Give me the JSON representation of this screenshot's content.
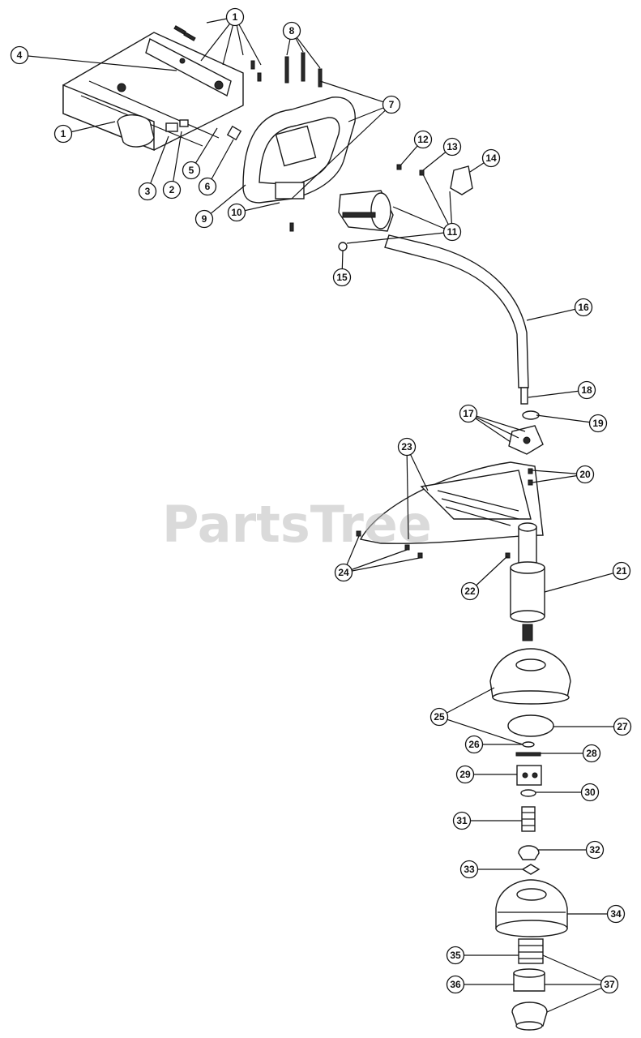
{
  "watermark": "PartsTree",
  "callouts": [
    {
      "id": "c1a",
      "label": "1"
    },
    {
      "id": "c1b",
      "label": "1"
    },
    {
      "id": "c2",
      "label": "2"
    },
    {
      "id": "c3",
      "label": "3"
    },
    {
      "id": "c4",
      "label": "4"
    },
    {
      "id": "c5",
      "label": "5"
    },
    {
      "id": "c6",
      "label": "6"
    },
    {
      "id": "c7",
      "label": "7"
    },
    {
      "id": "c8",
      "label": "8"
    },
    {
      "id": "c9",
      "label": "9"
    },
    {
      "id": "c10",
      "label": "10"
    },
    {
      "id": "c11",
      "label": "11"
    },
    {
      "id": "c12",
      "label": "12"
    },
    {
      "id": "c13",
      "label": "13"
    },
    {
      "id": "c14",
      "label": "14"
    },
    {
      "id": "c15",
      "label": "15"
    },
    {
      "id": "c16",
      "label": "16"
    },
    {
      "id": "c17",
      "label": "17"
    },
    {
      "id": "c18",
      "label": "18"
    },
    {
      "id": "c19",
      "label": "19"
    },
    {
      "id": "c20",
      "label": "20"
    },
    {
      "id": "c21",
      "label": "21"
    },
    {
      "id": "c22",
      "label": "22"
    },
    {
      "id": "c23",
      "label": "23"
    },
    {
      "id": "c24",
      "label": "24"
    },
    {
      "id": "c25",
      "label": "25"
    },
    {
      "id": "c26",
      "label": "26"
    },
    {
      "id": "c27",
      "label": "27"
    },
    {
      "id": "c28",
      "label": "28"
    },
    {
      "id": "c29",
      "label": "29"
    },
    {
      "id": "c30",
      "label": "30"
    },
    {
      "id": "c31",
      "label": "31"
    },
    {
      "id": "c32",
      "label": "32"
    },
    {
      "id": "c33",
      "label": "33"
    },
    {
      "id": "c34",
      "label": "34"
    },
    {
      "id": "c35",
      "label": "35"
    },
    {
      "id": "c36",
      "label": "36"
    },
    {
      "id": "c37",
      "label": "37"
    }
  ]
}
